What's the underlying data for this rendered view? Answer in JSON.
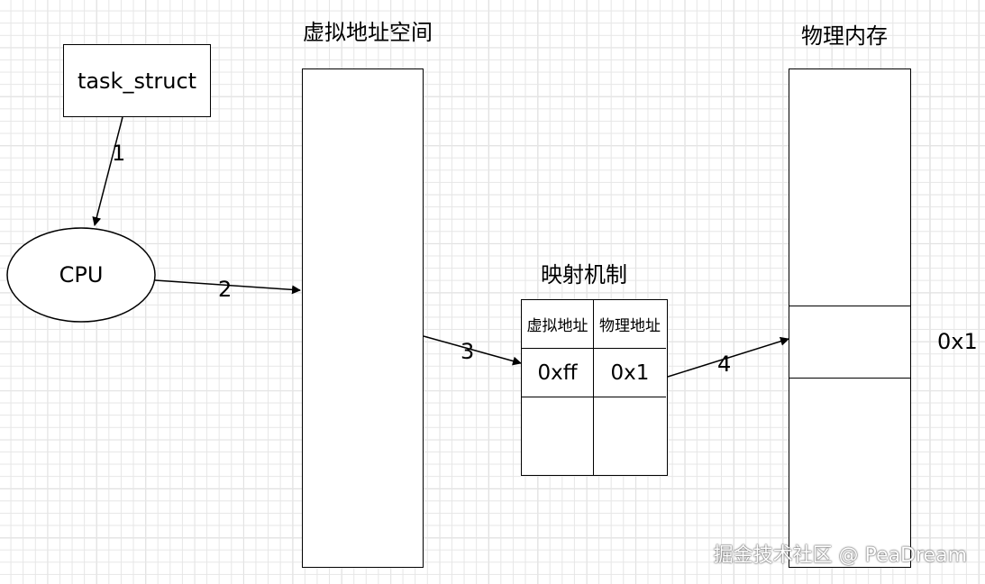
{
  "nodes": {
    "task_struct": "task_struct",
    "cpu": "CPU",
    "virtual_space_title": "虚拟地址空间",
    "physical_memory_title": "物理内存",
    "mapping_title": "映射机制",
    "physical_address_label": "0x1"
  },
  "mapping_table": {
    "headers": [
      "虚拟地址",
      "物理地址"
    ],
    "rows": [
      [
        "0xff",
        "0x1"
      ],
      [
        "",
        ""
      ]
    ]
  },
  "edges": [
    {
      "label": "1",
      "from": "task_struct",
      "to": "cpu"
    },
    {
      "label": "2",
      "from": "cpu",
      "to": "virtual_address_space"
    },
    {
      "label": "3",
      "from": "virtual_address_space",
      "to": "mapping_table"
    },
    {
      "label": "4",
      "from": "mapping_table",
      "to": "physical_memory"
    }
  ],
  "watermark": "掘金技术社区 @ PeaDream",
  "colors": {
    "stroke": "#000000",
    "grid_minor": "#e6e6e6",
    "grid_major": "#c8c8c8"
  }
}
